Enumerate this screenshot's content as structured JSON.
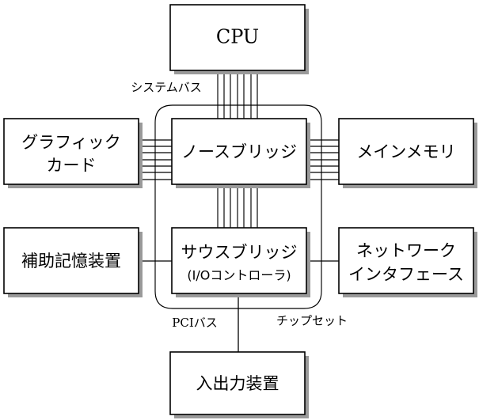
{
  "diagram": {
    "title": "PC architecture block diagram (Japanese)",
    "background_color": "#ffffff",
    "line_color": "#000000",
    "shadow_color": "#9a9a9a",
    "boxes": {
      "cpu": {
        "label": "CPU"
      },
      "graphics_card": {
        "line1": "グラフィック",
        "line2": "カード"
      },
      "northbridge": {
        "label": "ノースブリッジ"
      },
      "main_memory": {
        "label": "メインメモリ"
      },
      "storage": {
        "label": "補助記憶装置"
      },
      "southbridge": {
        "line1": "サウスブリッジ",
        "line2": "(I/Oコントローラ)"
      },
      "network_interface": {
        "line1": "ネットワーク",
        "line2": "インタフェース"
      },
      "io_device": {
        "label": "入出力装置"
      }
    },
    "labels": {
      "system_bus": "システムバス",
      "pci_bus": "PCIバス",
      "chipset": "チップセット"
    }
  }
}
